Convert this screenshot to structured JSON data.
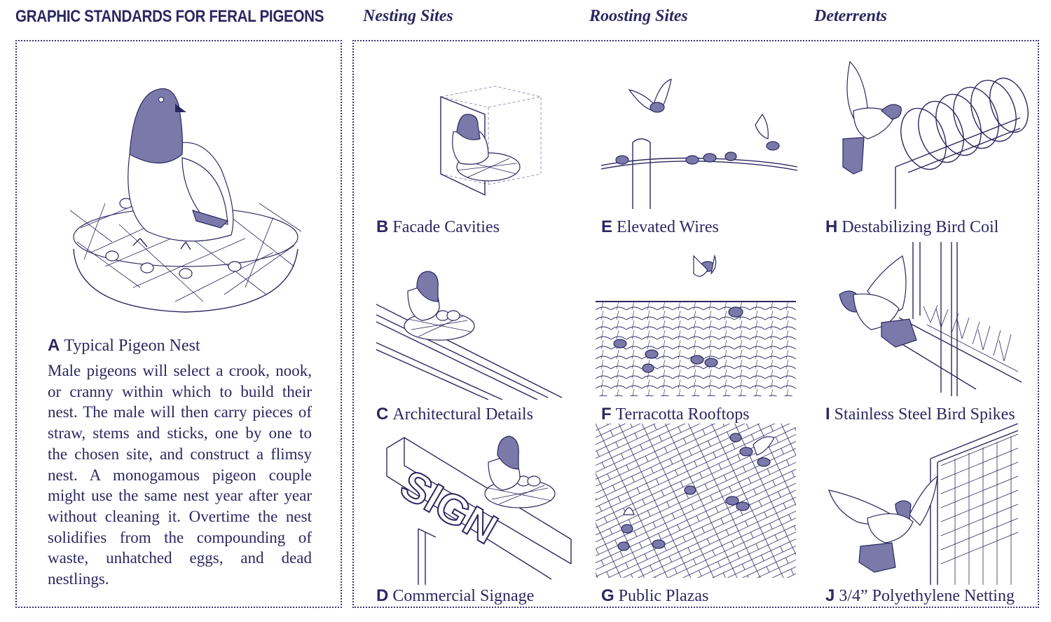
{
  "header": {
    "title": "GRAPHIC STANDARDS FOR FERAL PIGEONS",
    "columns": [
      "Nesting Sites",
      "Roosting Sites",
      "Deterrents"
    ]
  },
  "lead": {
    "letter": "A",
    "caption": "Typical Pigeon Nest",
    "body": "Male pigeons will select a crook, nook, or cranny within which to build their nest. The male will then carry pieces of straw, stems and sticks, one by one to the chosen site, and construct a flimsy nest. A monogamous pigeon couple might use the same nest year after year without cleaning it. Overtime the nest solidifies from the compounding of waste, unhatched eggs, and dead nestlings."
  },
  "panels": [
    {
      "letter": "B",
      "caption": "Facade Cavities"
    },
    {
      "letter": "E",
      "caption": "Elevated Wires"
    },
    {
      "letter": "H",
      "caption": "Destabilizing Bird Coil"
    },
    {
      "letter": "C",
      "caption": "Architectural Details"
    },
    {
      "letter": "F",
      "caption": "Terracotta Rooftops"
    },
    {
      "letter": "I",
      "caption": "Stainless Steel Bird Spikes"
    },
    {
      "letter": "D",
      "caption": "Commercial Signage"
    },
    {
      "letter": "G",
      "caption": "Public Plazas"
    },
    {
      "letter": "J",
      "caption": "3/4” Polyethylene Netting"
    }
  ],
  "signage": {
    "sign_text": "SIGN"
  },
  "colors": {
    "ink": "#2b2860",
    "pigeon_fill": "#7b78aa"
  }
}
